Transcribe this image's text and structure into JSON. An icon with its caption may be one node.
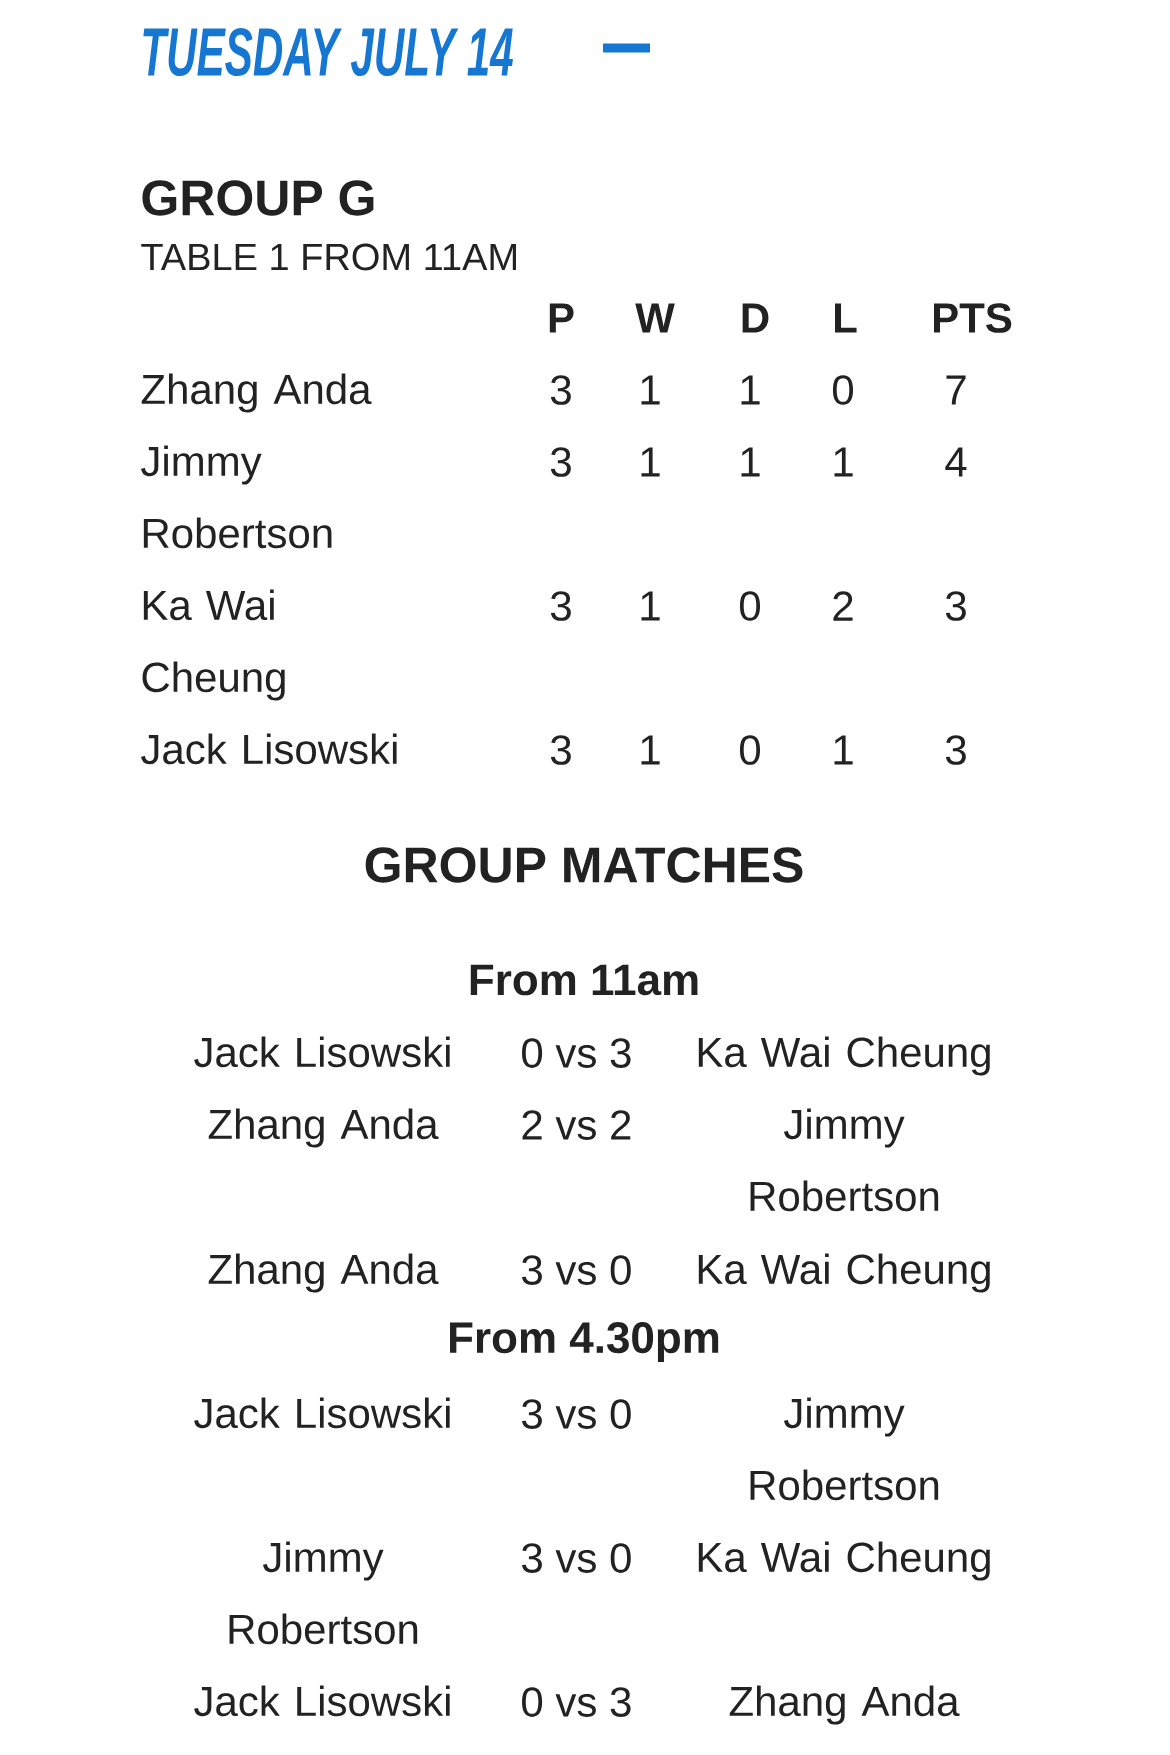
{
  "diagram": {
    "title": "TUESDAY JULY 14",
    "labels": [
      "GROUP G",
      "TABLE 1 FROM 11AM",
      "P",
      "W",
      "D",
      "L",
      "PTS",
      "Zhang Anda",
      "3",
      "1",
      "1",
      "0",
      "7",
      "Jimmy Robertson",
      "3",
      "1",
      "1",
      "1",
      "4",
      "Ka Wai Cheung",
      "3",
      "1",
      "0",
      "2",
      "3",
      "Jack Lisowski",
      "3",
      "1",
      "0",
      "1",
      "3",
      "GROUP MATCHES",
      "From 11am",
      "Jack Lisowski",
      "0 vs 3",
      "Ka Wai Cheung",
      "Zhang Anda",
      "2 vs 2",
      "Jimmy Robertson",
      "Zhang Anda",
      "3 vs 0",
      "Ka Wai Cheung",
      "From 4.30pm",
      "Jack Lisowski",
      "3 vs 0",
      "Jimmy Robertson",
      "Jimmy Robertson",
      "3 vs 0",
      "Ka Wai Cheung",
      "Jack Lisowski",
      "0 vs 3",
      "Zhang Anda"
    ]
  }
}
